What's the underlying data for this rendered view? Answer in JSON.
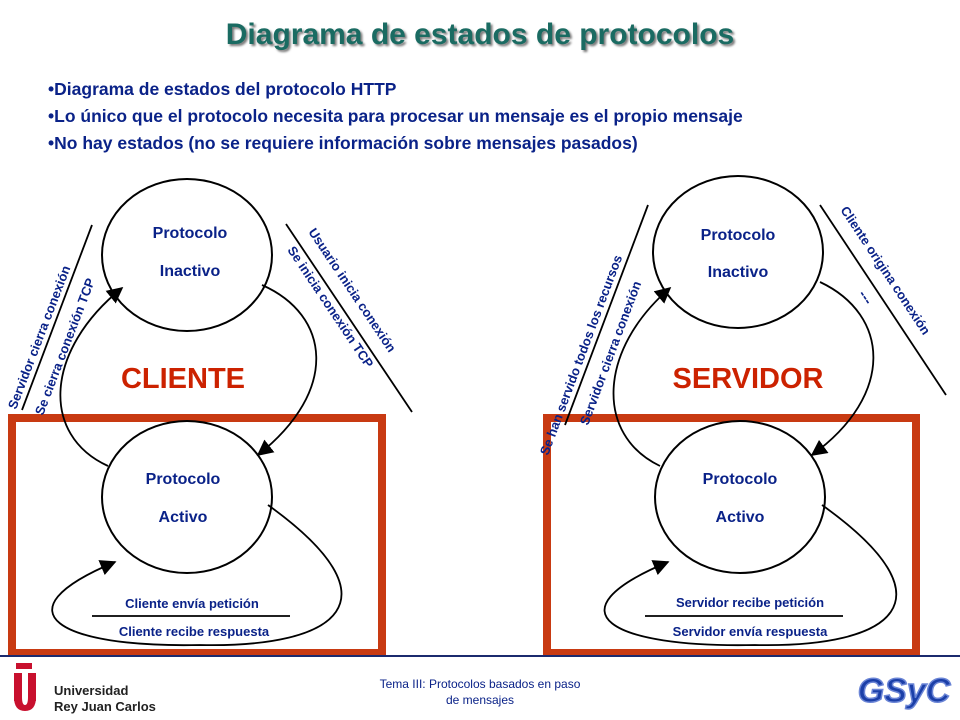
{
  "title": "Diagrama de estados de protocolos",
  "bullets": [
    "Diagrama de estados del protocolo HTTP",
    "Lo único que el protocolo necesita para procesar un mensaje es el propio mensaje",
    "No hay estados (no se requiere información sobre mensajes pasados)"
  ],
  "client": {
    "heading": "CLIENTE",
    "inactive_state": [
      "Protocolo",
      "Inactivo"
    ],
    "active_state": [
      "Protocolo",
      "Activo"
    ],
    "start_event": "Usuario inicia conexión",
    "start_action": "Se inicia conexión TCP",
    "end_event": "Servidor cierra conexión",
    "end_action": "Se cierra conexión TCP",
    "loop_event": "Cliente envía petición",
    "loop_action": "Cliente recibe respuesta"
  },
  "server": {
    "heading": "SERVIDOR",
    "inactive_state": [
      "Protocolo",
      "Inactivo"
    ],
    "active_state": [
      "Protocolo",
      "Activo"
    ],
    "start_event": "Cliente origina conexión",
    "start_action": "---",
    "end_event": "Se han servido todos los recursos",
    "end_action": "Servidor cierra conexión",
    "loop_event": "Servidor recibe petición",
    "loop_action": "Servidor envía respuesta"
  },
  "colors": {
    "title": "#1a6b62",
    "text": "#0a2288",
    "heading": "#cc2200",
    "box": "#c83a12",
    "line": "#000000"
  },
  "footer": {
    "line1": "Tema III: Protocolos basados en paso",
    "line2": "de mensajes",
    "university_line1": "Universidad",
    "university_line2": "Rey Juan Carlos",
    "logo_text": "GSyC"
  }
}
